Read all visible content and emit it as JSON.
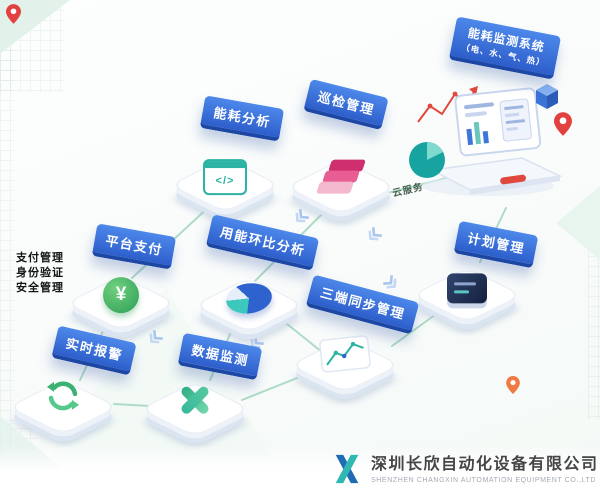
{
  "system": {
    "title_line1": "能耗监测系统",
    "title_line2": "（电、水、气、热）"
  },
  "modules": [
    {
      "id": "energy-analysis",
      "label": "能耗分析"
    },
    {
      "id": "inspection-management",
      "label": "巡检管理"
    },
    {
      "id": "platform-payment",
      "label": "平台支付"
    },
    {
      "id": "energy-mom-analysis",
      "label": "用能环比分析"
    },
    {
      "id": "plan-management",
      "label": "计划管理"
    },
    {
      "id": "three-terminal-sync",
      "label": "三端同步管理"
    },
    {
      "id": "realtime-alarm",
      "label": "实时报警"
    },
    {
      "id": "data-monitoring",
      "label": "数据监测"
    }
  ],
  "labels": {
    "cloud_service": "云服务"
  },
  "side_note": {
    "lines": [
      "支付管理",
      "身份验证",
      "安全管理"
    ]
  },
  "icon_glyphs": {
    "code": "</>",
    "yuan": "¥"
  },
  "footer": {
    "company_cn": "深圳长欣自动化设备有限公司",
    "company_en": "SHENZHEN CHANGXIN AUTOMATION EQUIPMENT CO.,LTD"
  },
  "colors": {
    "banner_blue": "#2d5ecb",
    "line_green": "#a6d8c0",
    "accent_teal": "#2bb3a3",
    "alert_red": "#e0483d"
  }
}
